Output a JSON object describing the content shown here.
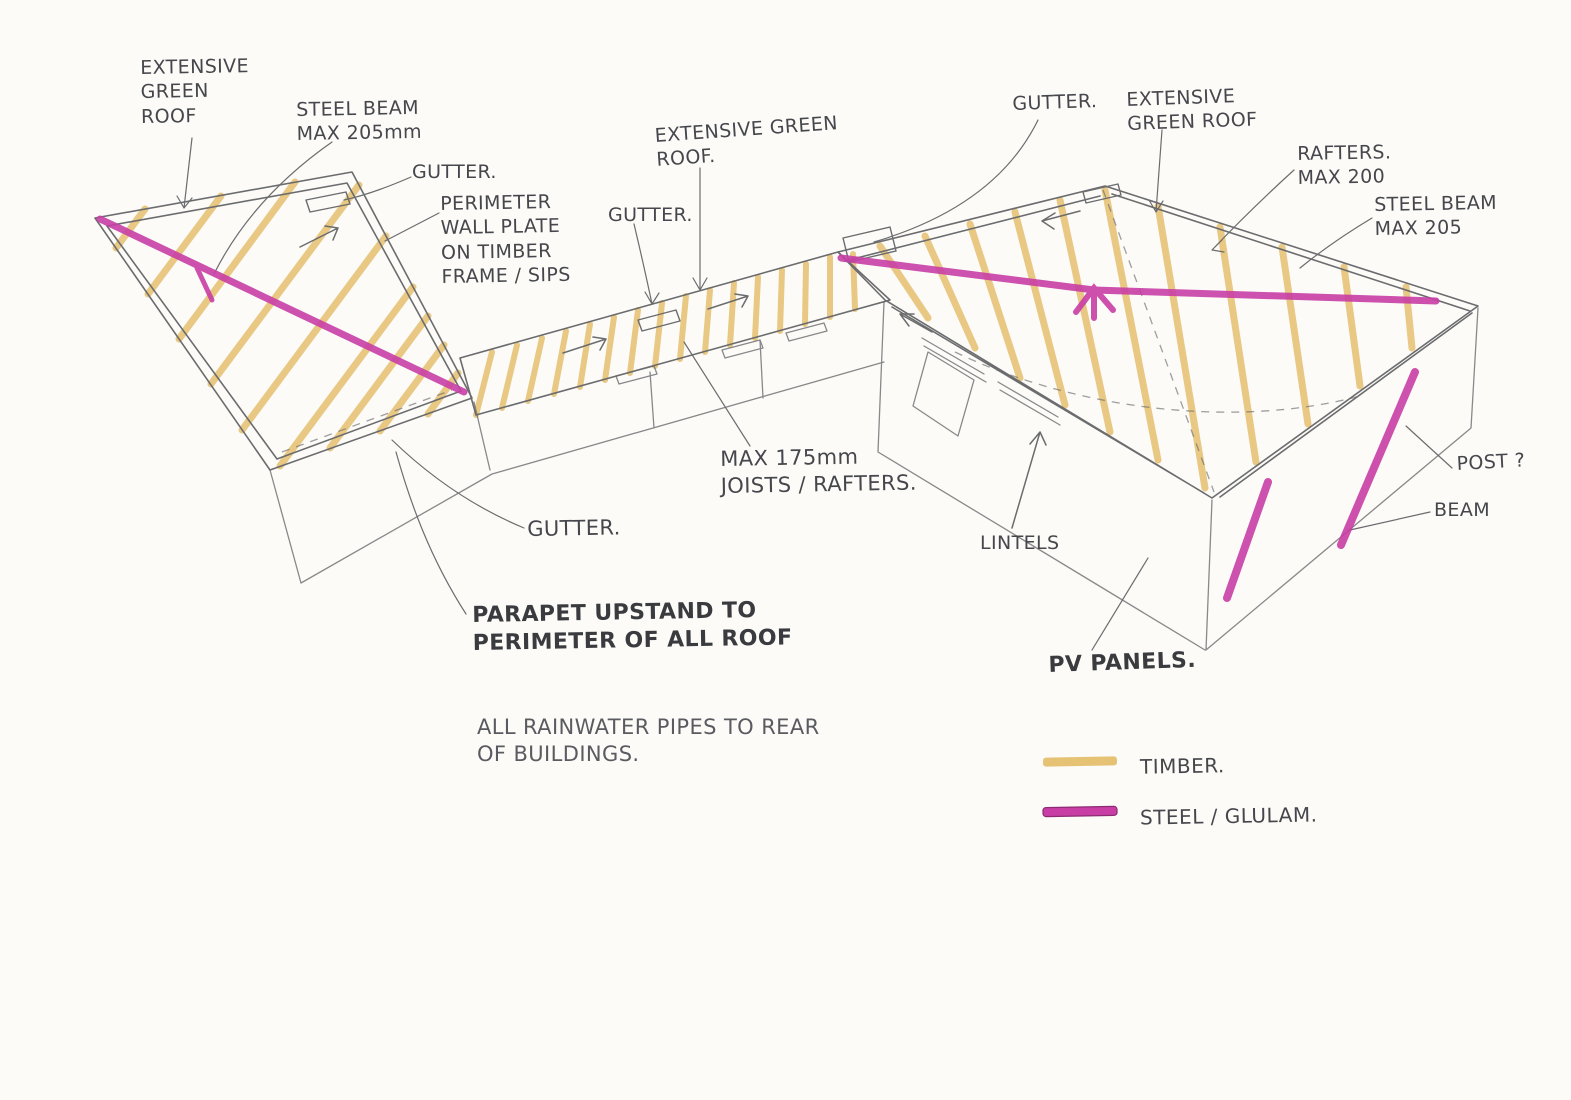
{
  "title": "Hand-drawn roof framing sketch",
  "colors": {
    "paper": "#fcfbf8",
    "pencil": "#6b6c6e",
    "ink": "#46474c",
    "timber": "#e6c274",
    "steel": "#c83ea5"
  },
  "labels": {
    "green_roof_left": "EXTENSIVE\nGREEN\nROOF",
    "steel_beam_left": "STEEL BEAM\nMAX 205mm",
    "gutter_top_left": "GUTTER.",
    "perimeter_wall_plate": "PERIMETER\nWALL PLATE\nON TIMBER\nFRAME / SIPS",
    "green_roof_mid": "EXTENSIVE GREEN\nROOF.",
    "gutter_mid": "GUTTER.",
    "gutter_right": "GUTTER.",
    "green_roof_right": "EXTENSIVE\nGREEN ROOF",
    "rafters_right": "RAFTERS.\nMAX 200",
    "steel_beam_right": "STEEL BEAM\nMAX 205",
    "post": "POST ?",
    "beam": "BEAM",
    "gutter_bottom_left": "GUTTER.",
    "joists": "MAX 175mm\nJOISTS / RAFTERS.",
    "lintels": "LINTELS",
    "parapet": "PARAPET UPSTAND TO\nPERIMETER OF ALL ROOF",
    "rainwater": "ALL RAINWATER PIPES TO REAR\nOF BUILDINGS.",
    "pv_panels": "PV PANELS."
  },
  "legend": {
    "items": [
      {
        "name": "timber",
        "label": "TIMBER.",
        "color": "#e6c274"
      },
      {
        "name": "steel-glulam",
        "label": "STEEL / GLULAM.",
        "color": "#c83ea5"
      }
    ]
  }
}
